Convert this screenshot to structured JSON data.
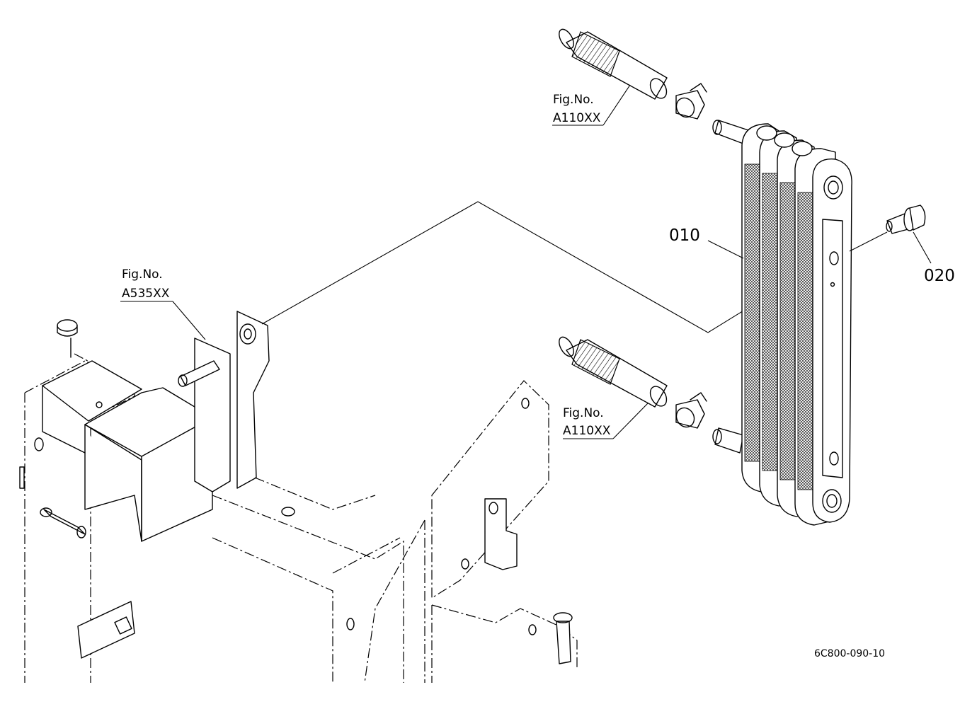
{
  "drawing_code": "6C800-090-10",
  "parts": [
    {
      "id": "010",
      "label": "010"
    },
    {
      "id": "020",
      "label": "020"
    }
  ],
  "fig_refs": [
    {
      "title": "Fig.No.",
      "number": "A110XX"
    },
    {
      "title": "Fig.No.",
      "number": "A535XX"
    },
    {
      "title": "Fig.No.",
      "number": "A110XX"
    }
  ]
}
